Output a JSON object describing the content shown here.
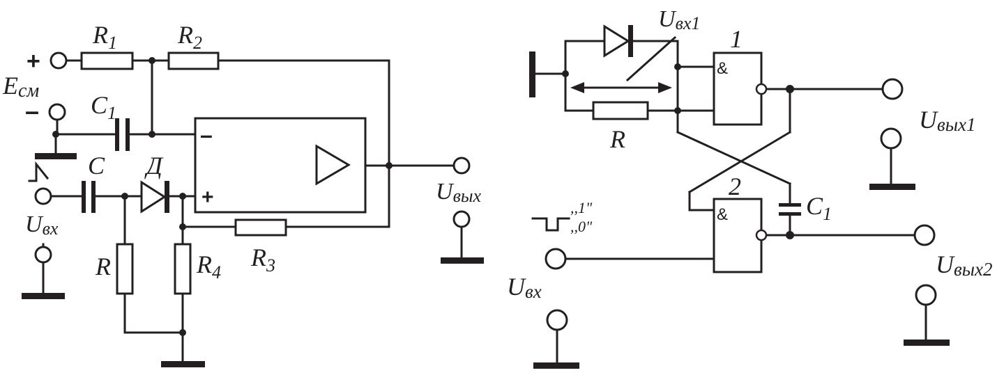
{
  "colors": {
    "ink": "#231f20",
    "background": "#ffffff"
  },
  "left_circuit": {
    "labels": {
      "r1": "R",
      "r1_sub": "1",
      "r2": "R",
      "r2_sub": "2",
      "r3": "R",
      "r3_sub": "3",
      "r4": "R",
      "r4_sub": "4",
      "r": "R",
      "c": "C",
      "c1": "C",
      "c1_sub": "1",
      "diode": "Д",
      "e_bias": "E",
      "e_bias_sub": "см",
      "u_in": "U",
      "u_in_sub": "вх",
      "u_out": "U",
      "u_out_sub": "вых",
      "plus_terminal": "+",
      "minus_terminal": "–",
      "opamp_minus": "–",
      "opamp_plus": "+"
    }
  },
  "right_circuit": {
    "labels": {
      "u_in1": "U",
      "u_in1_sub": "вх1",
      "r": "R",
      "gate1_number": "1",
      "gate2_number": "2",
      "gate_symbol": "&",
      "c1": "C",
      "c1_sub": "1",
      "u_out1": "U",
      "u_out1_sub": "вых1",
      "u_out2": "U",
      "u_out2_sub": "вых2",
      "u_in": "U",
      "u_in_sub": "вх",
      "level_one": ",,1\"",
      "level_zero": ",,0\""
    }
  },
  "icons": [
    "ground-icon",
    "terminal-icon",
    "resistor-icon",
    "capacitor-icon",
    "diode-icon",
    "opamp-icon",
    "and-gate-icon",
    "pulse-icon"
  ]
}
